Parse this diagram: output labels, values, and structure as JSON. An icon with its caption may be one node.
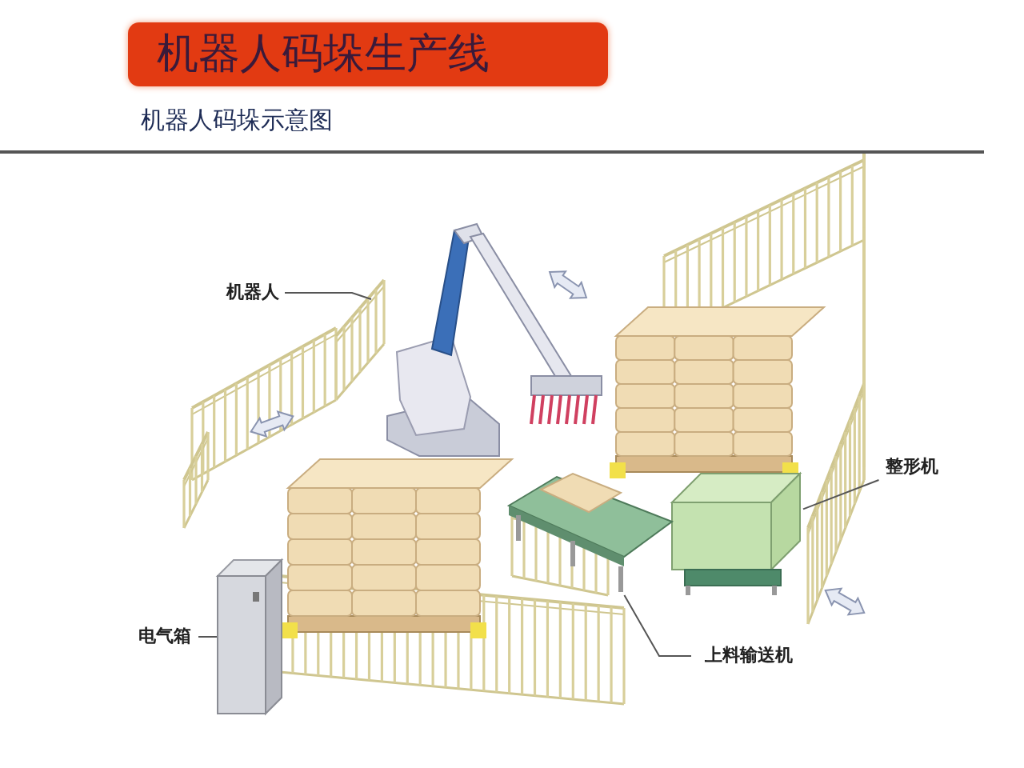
{
  "diagram": {
    "title": "机器人码垛生产线",
    "nodes": [
      {
        "text": [
          "机器人"
        ]
      },
      {
        "text": [],
        "shape": "picture"
      },
      {
        "text": [
          "整形机"
        ]
      },
      {
        "text": [],
        "shape": "picture"
      },
      {
        "text": [
          "电气箱"
        ]
      },
      {
        "text": [],
        "shape": "picture"
      },
      {
        "text": [
          "上料输送机"
        ]
      },
      {
        "text": [],
        "shape": "picture"
      }
    ],
    "edges": [
      {
        "from": 0,
        "to": 1,
        "arrow": "none"
      },
      {
        "from": 2,
        "to": 3,
        "arrow": "none"
      },
      {
        "from": 4,
        "to": 5,
        "arrow": "none"
      },
      {
        "from": 6,
        "to": 7,
        "arrow": "none"
      }
    ],
    "labels": [
      "机器人码垛示意图"
    ]
  }
}
